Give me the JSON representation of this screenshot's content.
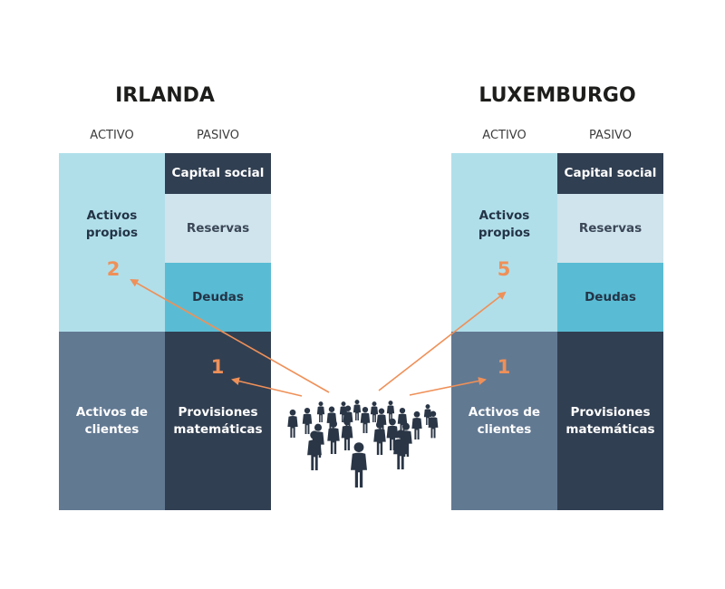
{
  "colors": {
    "active_light": "#b0dfea",
    "clients": "#627992",
    "capital": "#313f52",
    "reservas": "#cfe4ec",
    "deudas": "#59bcd4",
    "provisiones": "#313f52",
    "arrow": "#ef9058",
    "people": "#2a3646"
  },
  "left": {
    "title": "IRLANDA",
    "activo_label": "ACTIVO",
    "pasivo_label": "PASIVO",
    "activos_propios": "Activos propios",
    "activos_clientes": "Activos de clientes",
    "capital_social": "Capital social",
    "reservas": "Reservas",
    "deudas": "Deudas",
    "provisiones": "Provisiones matemáticas",
    "num_propios": "2",
    "num_provisiones": "1"
  },
  "right": {
    "title": "LUXEMBURGO",
    "activo_label": "ACTIVO",
    "pasivo_label": "PASIVO",
    "activos_propios": "Activos propios",
    "activos_clientes": "Activos de clientes",
    "capital_social": "Capital social",
    "reservas": "Reservas",
    "deudas": "Deudas",
    "provisiones": "Provisiones matemáticas",
    "num_propios": "5",
    "num_clientes": "1"
  },
  "icons": {
    "crowd": "people-crowd-icon",
    "arrow": "arrow-icon"
  }
}
